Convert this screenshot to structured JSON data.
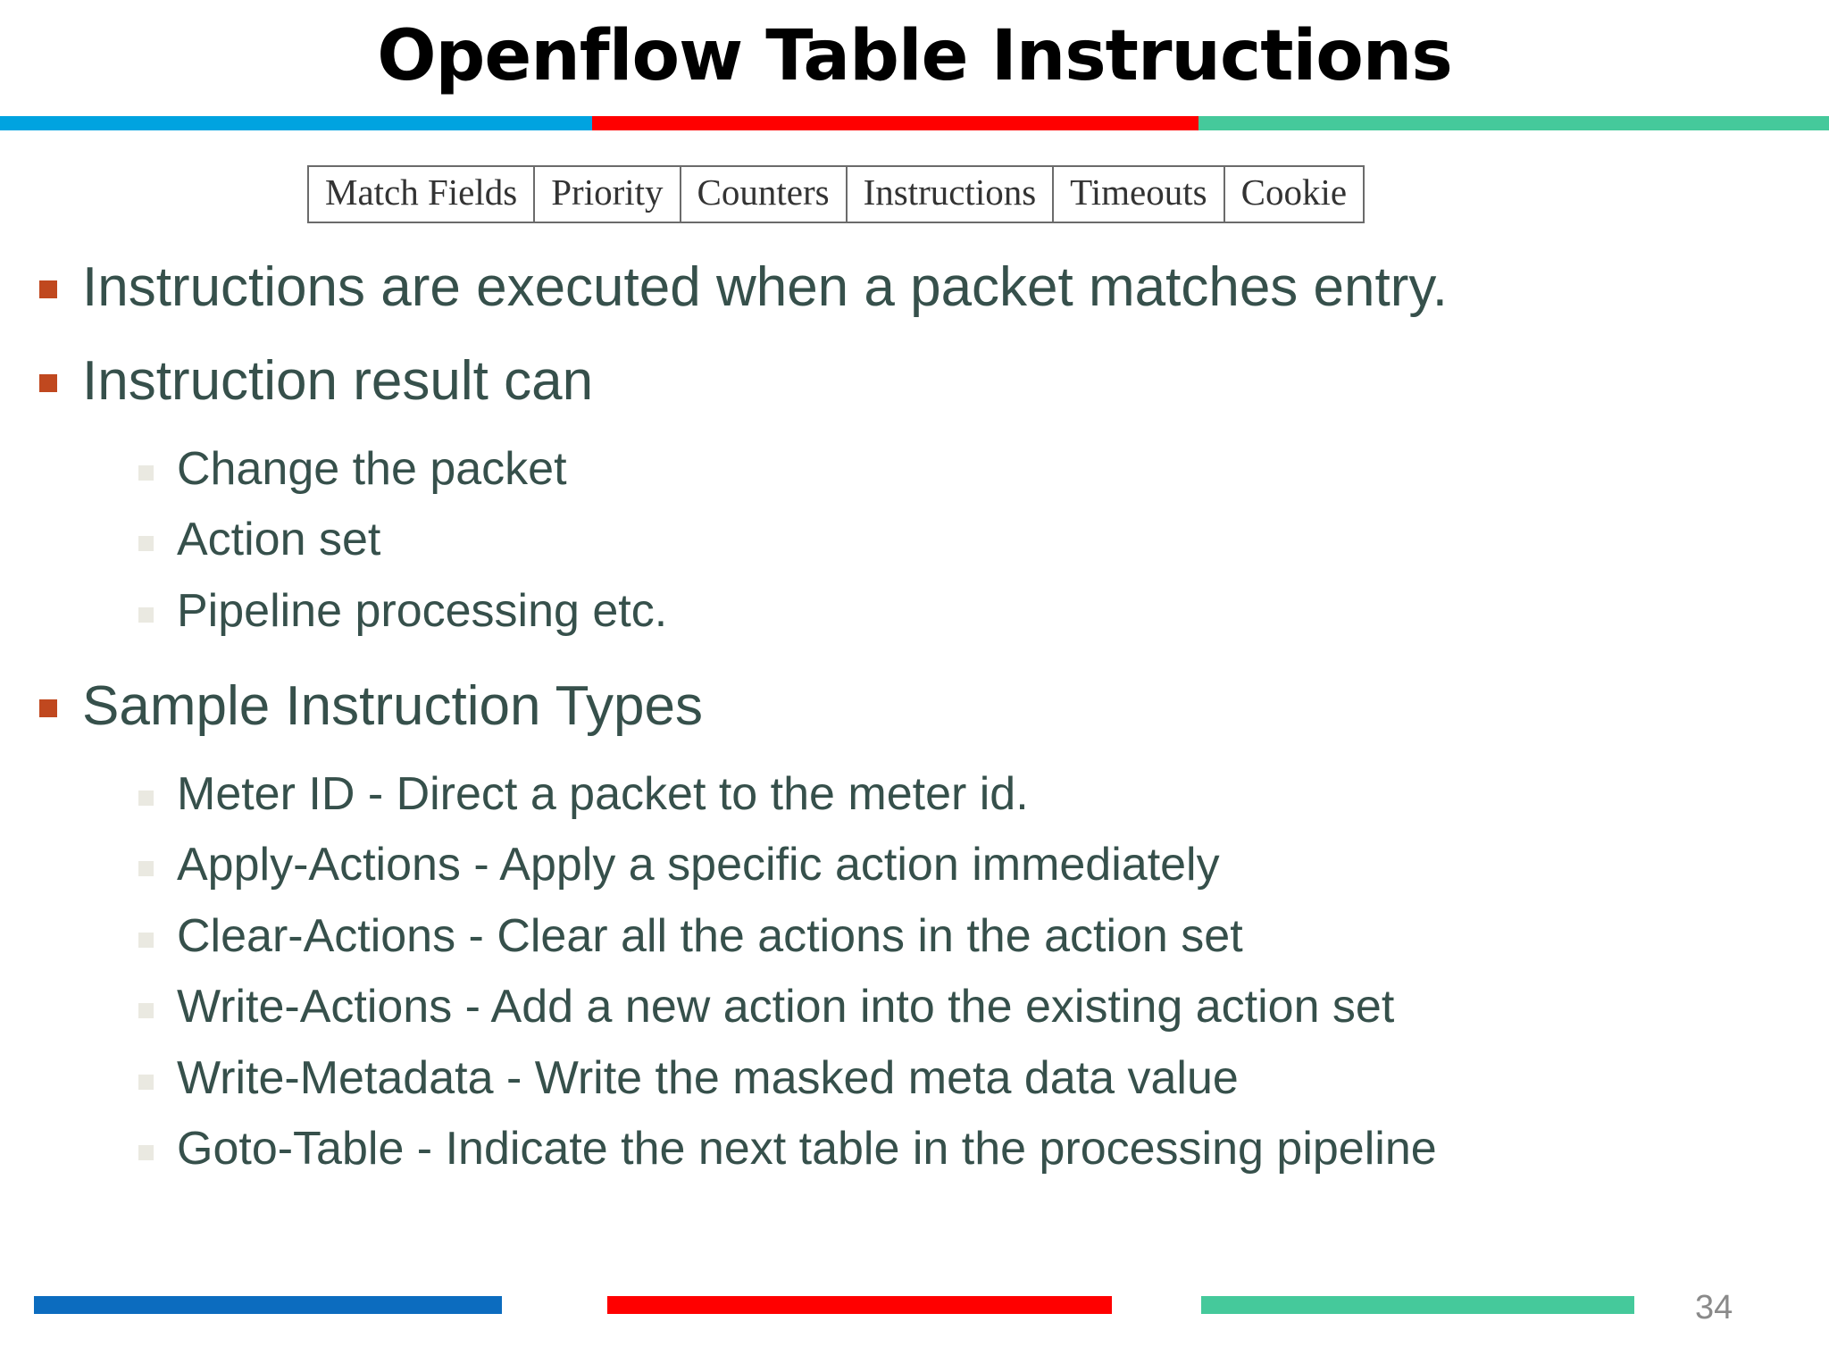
{
  "slide": {
    "title": "Openflow Table Instructions",
    "page_number": "34"
  },
  "top_rule": {
    "segments": [
      {
        "name": "blue",
        "color": "#00A3E0"
      },
      {
        "name": "red",
        "color": "#FF0000"
      },
      {
        "name": "green",
        "color": "#45C99B"
      }
    ]
  },
  "flow_table": {
    "headers": [
      "Match Fields",
      "Priority",
      "Counters",
      "Instructions",
      "Timeouts",
      "Cookie"
    ]
  },
  "content": {
    "bullets": [
      {
        "level": 1,
        "text": "Instructions are executed when a packet matches entry."
      },
      {
        "level": 1,
        "text": "Instruction result can"
      },
      {
        "level": 2,
        "text": "Change the packet"
      },
      {
        "level": 2,
        "text": "Action set"
      },
      {
        "level": 2,
        "text": "Pipeline processing etc."
      },
      {
        "level": 1,
        "text": "Sample Instruction Types"
      },
      {
        "level": 2,
        "text": "Meter ID - Direct a packet to the meter id."
      },
      {
        "level": 2,
        "text": "Apply-Actions - Apply a specific action immediately"
      },
      {
        "level": 2,
        "text": "Clear-Actions - Clear all the actions in the action set"
      },
      {
        "level": 2,
        "text": "Write-Actions - Add a new action into the existing action set"
      },
      {
        "level": 2,
        "text": "Write-Metadata - Write the masked meta data value"
      },
      {
        "level": 2,
        "text": "Goto-Table - Indicate the next table in the processing pipeline"
      }
    ]
  },
  "footer": {
    "bars": [
      {
        "name": "blue",
        "color": "#0C6CBF"
      },
      {
        "name": "red",
        "color": "#FF0000"
      },
      {
        "name": "green",
        "color": "#45C99B"
      }
    ]
  },
  "colors": {
    "body_text": "#36504B",
    "level1_marker": "#C0481F",
    "level2_marker": "#EAE9E1",
    "title_text": "#000000",
    "page_number_text": "#8A8A8A"
  }
}
